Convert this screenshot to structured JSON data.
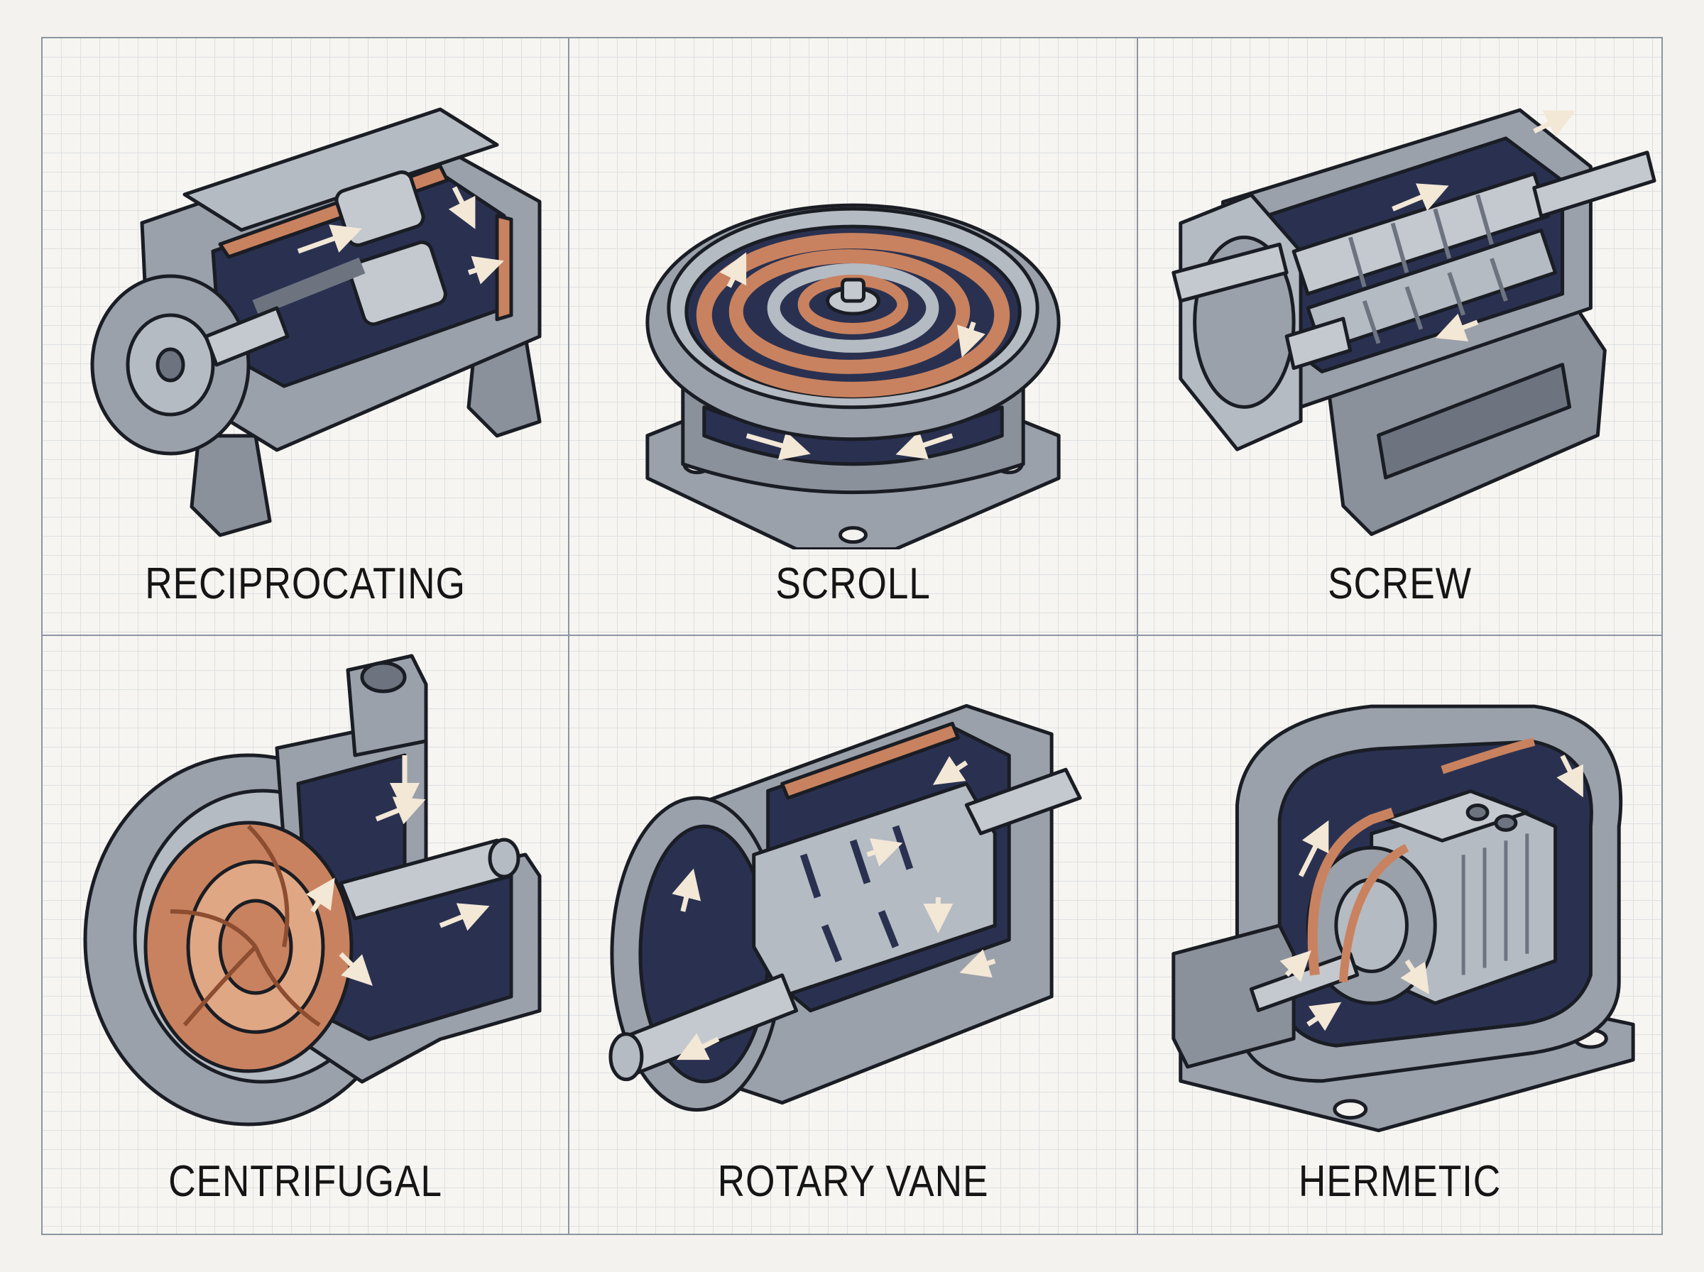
{
  "panels": [
    {
      "id": "reciprocating",
      "label": "RECIPROCATING",
      "icon": "reciprocating-compressor-icon"
    },
    {
      "id": "scroll",
      "label": "SCROLL",
      "icon": "scroll-compressor-icon"
    },
    {
      "id": "screw",
      "label": "SCREW",
      "icon": "screw-compressor-icon"
    },
    {
      "id": "centrifugal",
      "label": "CENTRIFUGAL",
      "icon": "centrifugal-compressor-icon"
    },
    {
      "id": "rotary-vane",
      "label": "ROTARY VANE",
      "icon": "rotary-vane-compressor-icon"
    },
    {
      "id": "hermetic",
      "label": "HERMETIC",
      "icon": "hermetic-compressor-icon"
    }
  ],
  "colors": {
    "steel": "#9aa1ab",
    "steel_light": "#c4c9d0",
    "steel_dark": "#6d7480",
    "copper": "#c9825f",
    "copper_light": "#e0a784",
    "cavity": "#2a3150",
    "outline": "#1a1d24",
    "arrow": "#f3e7d6",
    "grid_line": "#dddfe2",
    "frame": "#8c95a3"
  }
}
